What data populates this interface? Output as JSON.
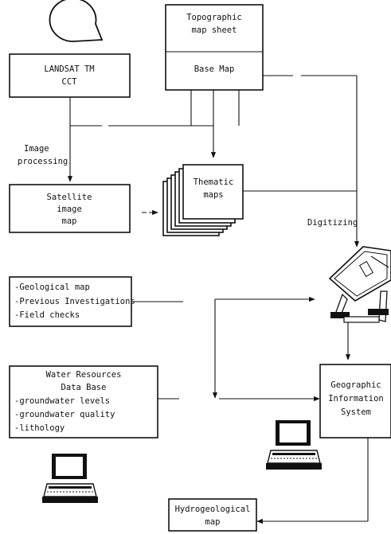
{
  "nodes": {
    "landsat": [
      "LANDSAT TM",
      "CCT"
    ],
    "topographic": [
      "Topographic",
      "map sheet"
    ],
    "base_map": "Base Map",
    "thematic": [
      "Thematic",
      "maps"
    ],
    "satellite": [
      "Satellite",
      "image",
      "map"
    ],
    "field_data": [
      "-Geological map",
      "-Previous Investigations",
      "-Field checks"
    ],
    "water_db": [
      "Water Resources",
      "Data Base",
      "-groundwater levels",
      "-groundwater quality",
      "-lithology"
    ],
    "gis": [
      "Geographic",
      "Information",
      "System"
    ],
    "hydro": [
      "Hydrogeological",
      "map"
    ]
  },
  "labels": {
    "image_processing": [
      "Image",
      "processing"
    ],
    "digitizing": "Digitizing"
  },
  "icons": [
    "magnetic-tape-reel-icon",
    "digitizer-table-icon",
    "computer-workstation-icon"
  ]
}
